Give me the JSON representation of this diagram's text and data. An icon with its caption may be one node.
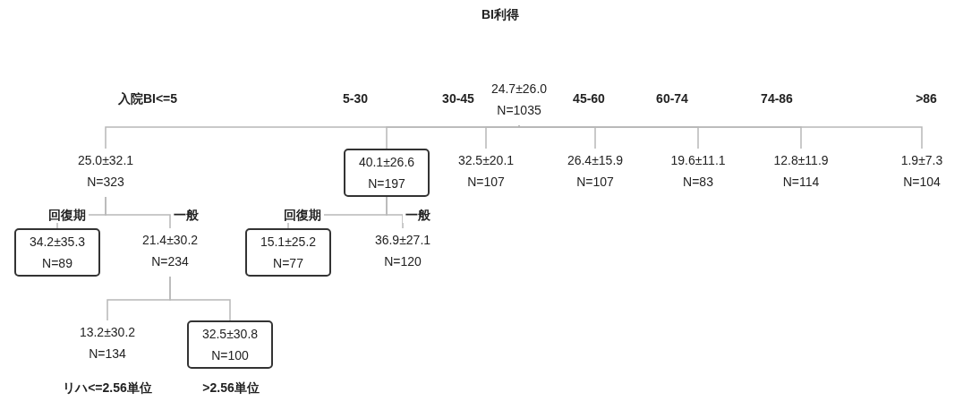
{
  "diagram": {
    "title": "BI利得",
    "nodes": [
      {
        "text": [
          "24.7±26.0",
          "N=1035"
        ]
      },
      {
        "text": [
          "25.0±32.1",
          "N=323"
        ]
      },
      {
        "text": [
          "40.1±26.6",
          "N=197"
        ]
      },
      {
        "text": [
          "32.5±20.1",
          "N=107"
        ]
      },
      {
        "text": [
          "26.4±15.9",
          "N=107"
        ]
      },
      {
        "text": [
          "19.6±11.1",
          "N=83"
        ]
      },
      {
        "text": [
          "12.8±11.9",
          "N=114"
        ]
      },
      {
        "text": [
          "1.9±7.3",
          "N=104"
        ]
      },
      {
        "text": [
          "34.2±35.3",
          "N=89"
        ]
      },
      {
        "text": [
          "21.4±30.2",
          "N=234"
        ]
      },
      {
        "text": [
          "15.1±25.2",
          "N=77"
        ]
      },
      {
        "text": [
          "36.9±27.1",
          "N=120"
        ]
      },
      {
        "text": [
          "13.2±30.2",
          "N=134"
        ]
      },
      {
        "text": [
          "32.5±30.8",
          "N=100"
        ]
      }
    ],
    "edges": [
      {
        "from": 0,
        "to": 1,
        "arrow": "none",
        "label": "入院BI<=5"
      },
      {
        "from": 0,
        "to": 2,
        "arrow": "none",
        "label": "5-30"
      },
      {
        "from": 0,
        "to": 3,
        "arrow": "none",
        "label": "30-45"
      },
      {
        "from": 0,
        "to": 4,
        "arrow": "none",
        "label": "45-60"
      },
      {
        "from": 0,
        "to": 5,
        "arrow": "none",
        "label": "60-74"
      },
      {
        "from": 0,
        "to": 6,
        "arrow": "none",
        "label": "74-86"
      },
      {
        "from": 0,
        "to": 7,
        "arrow": "none",
        "label": ">86"
      },
      {
        "from": 1,
        "to": 8,
        "arrow": "none",
        "label": "回復期"
      },
      {
        "from": 1,
        "to": 9,
        "arrow": "none",
        "label": "一般"
      },
      {
        "from": 2,
        "to": 10,
        "arrow": "none",
        "label": "回復期"
      },
      {
        "from": 2,
        "to": 11,
        "arrow": "none",
        "label": "一般"
      },
      {
        "from": 9,
        "to": 12,
        "arrow": "none",
        "label": "リハ<=2.56単位"
      },
      {
        "from": 9,
        "to": 13,
        "arrow": "none",
        "label": ">2.56単位"
      }
    ]
  }
}
